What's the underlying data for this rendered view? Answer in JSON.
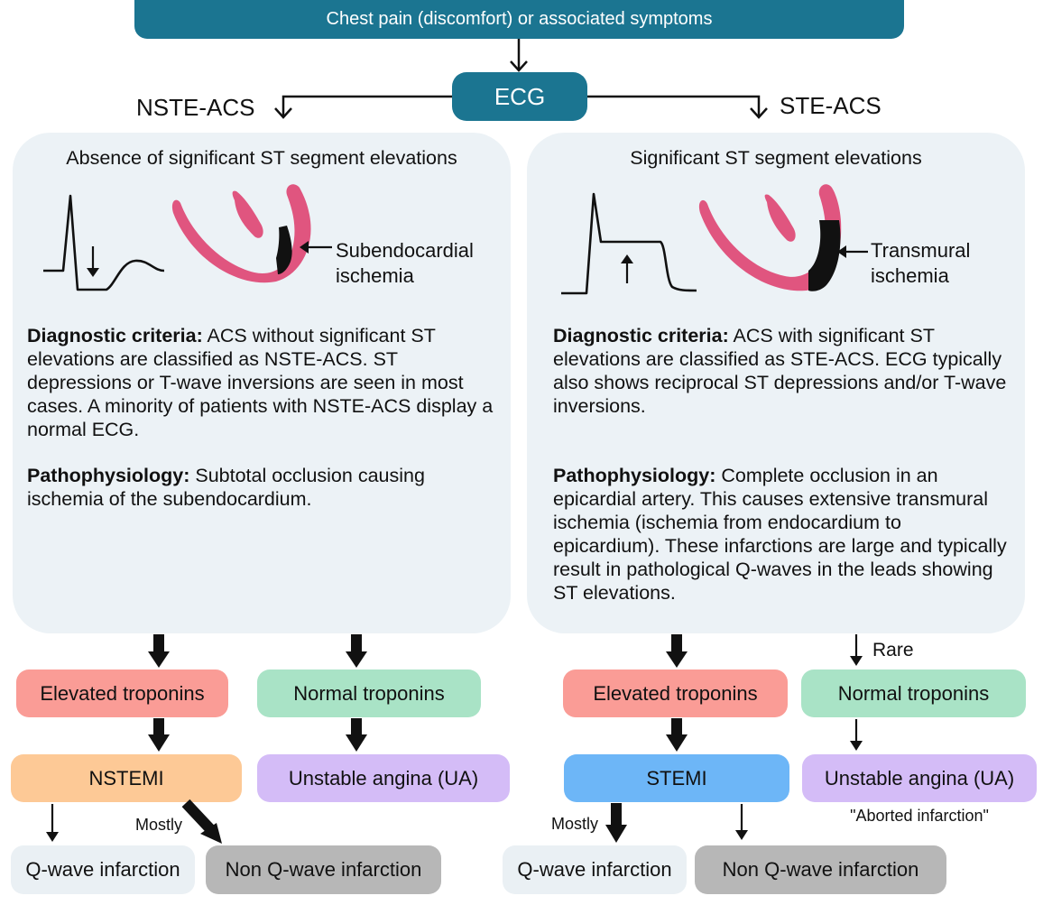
{
  "top": {
    "label": "Chest pain (discomfort) or associated symptoms"
  },
  "ecg": {
    "label": "ECG"
  },
  "left": {
    "branch_label": "NSTE-ACS",
    "heading": "Absence of significant ST segment elevations",
    "ischemia_label_1": "Subendocardial",
    "ischemia_label_2": "ischemia",
    "criteria_title": "Diagnostic criteria:",
    "criteria_text": " ACS without significant ST elevations are classified as NSTE-ACS. ST depressions or T-wave inversions are seen in most cases. A minority of patients with NSTE-ACS display a normal ECG.",
    "patho_title": "Pathophysiology:",
    "patho_text": " Subtotal occlusion causing ischemia of the subendocardium.",
    "elevated": "Elevated troponins",
    "normal": "Normal  troponins",
    "result_main": "NSTEMI",
    "result_ua": "Unstable angina (UA)",
    "mostly": "Mostly",
    "q_wave": "Q-wave infarction",
    "non_q_wave": "Non Q-wave infarction"
  },
  "right": {
    "branch_label": "STE-ACS",
    "heading": "Significant ST segment elevations",
    "ischemia_label_1": "Transmural",
    "ischemia_label_2": "ischemia",
    "criteria_title": "Diagnostic criteria:",
    "criteria_text": " ACS with significant ST elevations are classified as STE-ACS. ECG typically also shows reciprocal ST depressions and/or T-wave inversions.",
    "patho_title": "Pathophysiology:",
    "patho_text": " Complete occlusion in an epicardial artery. This causes extensive transmural ischemia (ischemia from endocardium to epicardium). These infarctions are large and typically result in pathological Q-waves in the leads showing ST elevations.",
    "rare": "Rare",
    "elevated": "Elevated troponins",
    "normal": "Normal troponins",
    "result_main": "STEMI",
    "result_ua": "Unstable angina (UA)",
    "aborted": "\"Aborted infarction\"",
    "mostly": "Mostly",
    "q_wave": "Q-wave infarction",
    "non_q_wave": "Non Q-wave infarction"
  },
  "colors": {
    "teal": "#1b7591",
    "panel": "#ecf2f6",
    "elevated": "#fa9c96",
    "normal": "#a9e3c6",
    "nstemi": "#fdc996",
    "ua": "#d4bcf7",
    "stemi": "#6db6f7",
    "non_q": "#b7b7b7",
    "heart": "#e0557f"
  }
}
